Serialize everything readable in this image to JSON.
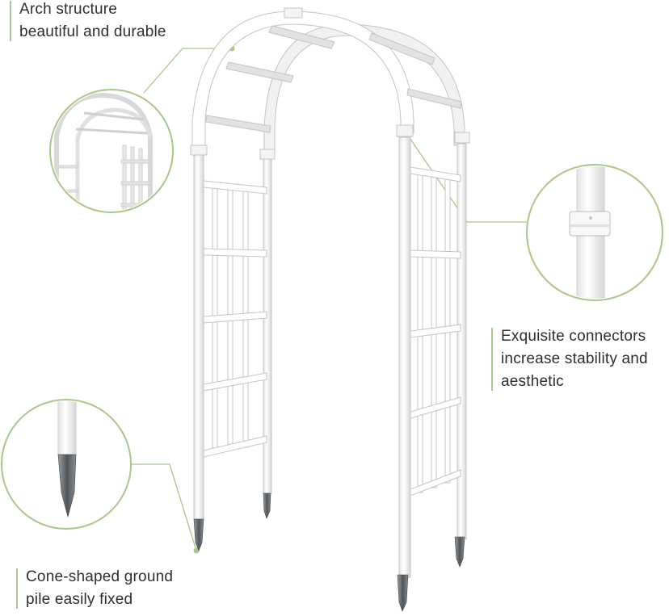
{
  "callouts": [
    {
      "id": "arch",
      "lines": [
        "Arch structure",
        "beautiful and durable"
      ]
    },
    {
      "id": "connectors",
      "lines": [
        "Exquisite connectors",
        "increase stability and",
        "aesthetic"
      ]
    },
    {
      "id": "pile",
      "lines": [
        "Cone-shaped ground",
        "pile easily fixed"
      ]
    }
  ],
  "colors": {
    "accent": "#a7c88a",
    "text": "#2e2e2e",
    "frame": "#ffffff",
    "frame_edge": "#c9c9c9",
    "stake": "#6a6f73"
  }
}
